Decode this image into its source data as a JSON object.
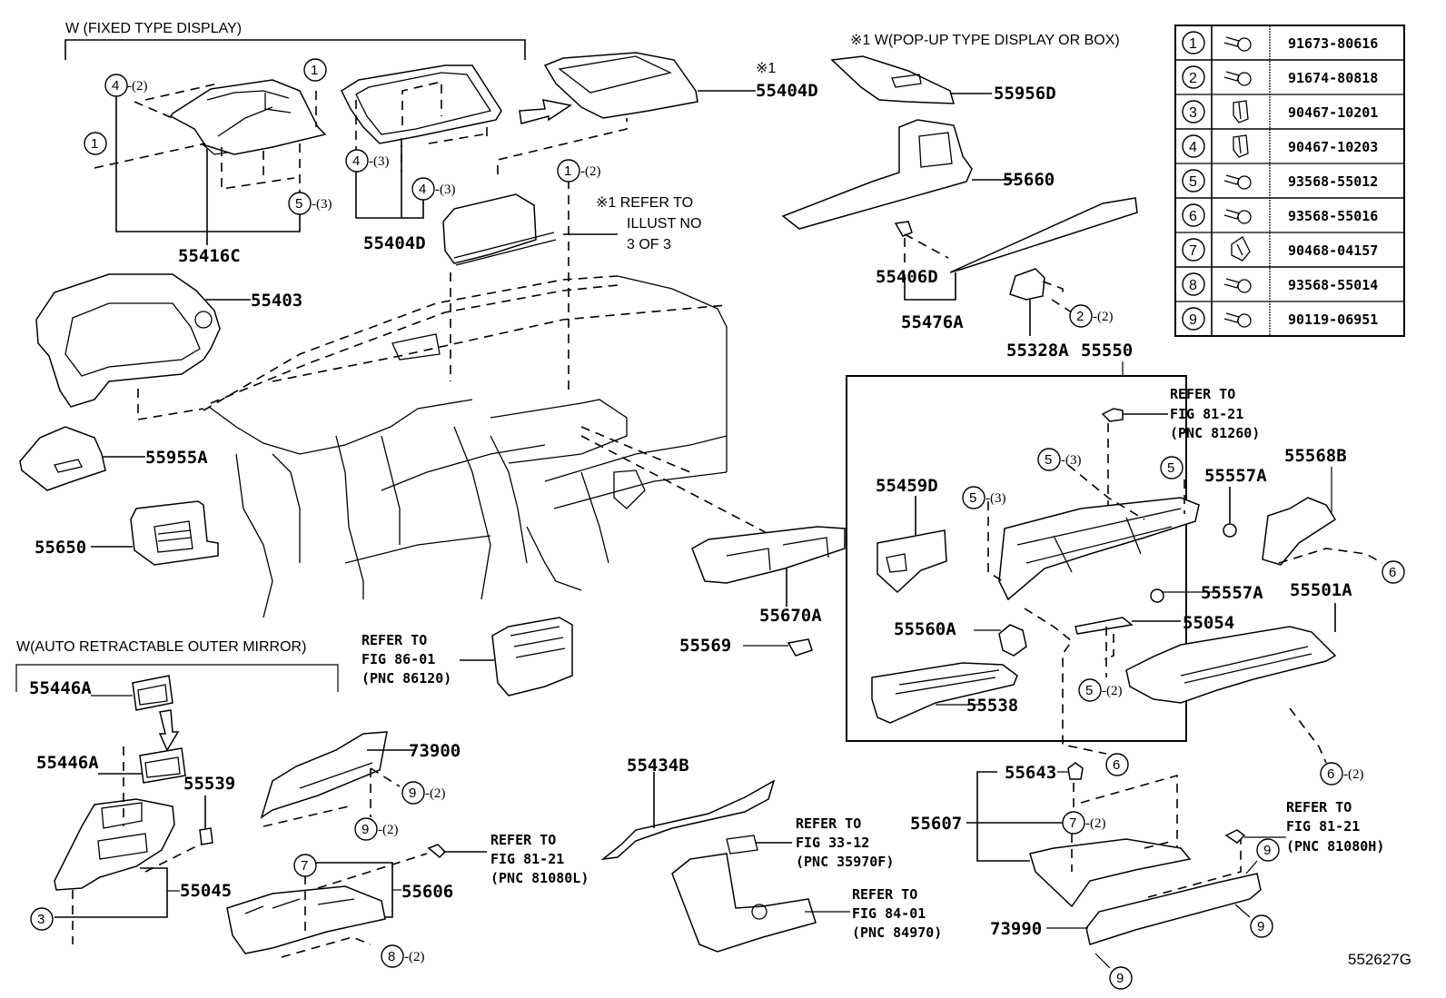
{
  "diagram": {
    "figure_id": "552627G",
    "notes": {
      "fixed_type_display": "W (FIXED  TYPE  DISPLAY)",
      "popup_type": "※1 W(POP-UP TYPE DISPLAY OR BOX)",
      "auto_mirror": "W(AUTO RETRACTABLE OUTER MIRROR)",
      "refer_illust_1": "※1 REFER TO",
      "refer_illust_2": "ILLUST NO",
      "refer_illust_3": "3 OF 3",
      "mark_1": "※1"
    },
    "part_labels": {
      "p55416C": "55416C",
      "p55404D_a": "55404D",
      "p55404D_b": "55404D",
      "p55956D": "55956D",
      "p55660": "55660",
      "p55406D": "55406D",
      "p55476A": "55476A",
      "p55328A": "55328A",
      "p55550": "55550",
      "p55403": "55403",
      "p55955A": "55955A",
      "p55650": "55650",
      "p55670A": "55670A",
      "p55569": "55569",
      "p55459D": "55459D",
      "p55557A_a": "55557A",
      "p55557A_b": "55557A",
      "p55568B": "55568B",
      "p55560A": "55560A",
      "p55054": "55054",
      "p55501A": "55501A",
      "p55538": "55538",
      "p55446A_a": "55446A",
      "p55446A_b": "55446A",
      "p55539": "55539",
      "p55045": "55045",
      "p73900": "73900",
      "p55606": "55606",
      "p55434B": "55434B",
      "p55643": "55643",
      "p55607": "55607",
      "p73990": "73990"
    },
    "references": {
      "r86": [
        "REFER TO",
        "FIG 86-01",
        "(PNC 86120)"
      ],
      "r81260": [
        "REFER TO",
        "FIG 81-21",
        "(PNC 81260)"
      ],
      "r81080L": [
        "REFER TO",
        "FIG 81-21",
        "(PNC 81080L)"
      ],
      "r35970F": [
        "REFER TO",
        "FIG 33-12",
        "(PNC 35970F)"
      ],
      "r84970": [
        "REFER TO",
        "FIG 84-01",
        "(PNC 84970)"
      ],
      "r81080H": [
        "REFER TO",
        "FIG 81-21",
        "(PNC 81080H)"
      ]
    },
    "callouts": {
      "c4_2": {
        "num": "4",
        "qty": "-(2)"
      },
      "c1_a": {
        "num": "1",
        "qty": ""
      },
      "c1_b": {
        "num": "1",
        "qty": ""
      },
      "c5_3_top": {
        "num": "5",
        "qty": "-(3)"
      },
      "c4_3_a": {
        "num": "4",
        "qty": "-(3)"
      },
      "c4_3_b": {
        "num": "4",
        "qty": "-(3)"
      },
      "c1_2": {
        "num": "1",
        "qty": "-(2)"
      },
      "c2_2": {
        "num": "2",
        "qty": "-(2)"
      },
      "c5_3_a": {
        "num": "5",
        "qty": "-(3)"
      },
      "c5_3_b": {
        "num": "5",
        "qty": "-(3)"
      },
      "c5_single": {
        "num": "5",
        "qty": ""
      },
      "c6_right": {
        "num": "6",
        "qty": ""
      },
      "c5_2": {
        "num": "5",
        "qty": "-(2)"
      },
      "c6_mid": {
        "num": "6",
        "qty": ""
      },
      "c6_2": {
        "num": "6",
        "qty": "-(2)"
      },
      "c9_2_a": {
        "num": "9",
        "qty": "-(2)"
      },
      "c9_2_b": {
        "num": "9",
        "qty": "-(2)"
      },
      "c3": {
        "num": "3",
        "qty": ""
      },
      "c7": {
        "num": "7",
        "qty": ""
      },
      "c8_2": {
        "num": "8",
        "qty": "-(2)"
      },
      "c7_2": {
        "num": "7",
        "qty": "-(2)"
      },
      "c9_a": {
        "num": "9",
        "qty": ""
      },
      "c9_b": {
        "num": "9",
        "qty": ""
      },
      "c9_c": {
        "num": "9",
        "qty": ""
      }
    },
    "fastener_table": [
      {
        "num": "1",
        "icon": "bolt-icon",
        "part": "91673-80616"
      },
      {
        "num": "2",
        "icon": "bolt-icon",
        "part": "91674-80818"
      },
      {
        "num": "3",
        "icon": "clip-icon",
        "part": "90467-10201"
      },
      {
        "num": "4",
        "icon": "clip-icon",
        "part": "90467-10203"
      },
      {
        "num": "5",
        "icon": "screw-icon",
        "part": "93568-55012"
      },
      {
        "num": "6",
        "icon": "screw-icon",
        "part": "93568-55016"
      },
      {
        "num": "7",
        "icon": "nut-clip-icon",
        "part": "90468-04157"
      },
      {
        "num": "8",
        "icon": "screw-icon",
        "part": "93568-55014"
      },
      {
        "num": "9",
        "icon": "bolt-icon",
        "part": "90119-06951"
      }
    ]
  }
}
